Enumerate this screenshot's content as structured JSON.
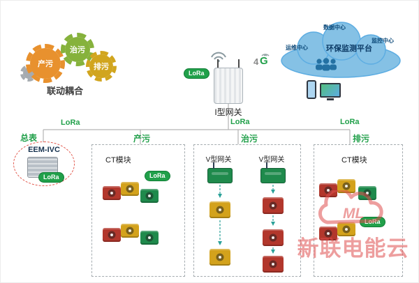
{
  "colors": {
    "accent_green": "#21a04a",
    "module_red": "#b2372c",
    "module_yellow": "#d3a21c",
    "module_green": "#1f8a4c",
    "cloud_blue": "#85c1e5",
    "watermark_red": "#e04f4f"
  },
  "gears": {
    "chanwu": "产污",
    "zhiwu": "治污",
    "paiwu": "排污",
    "caption": "联动耦合"
  },
  "gateway": {
    "label": "I型网关",
    "lora": "LoRa",
    "four": "4",
    "g": "G"
  },
  "cloud": {
    "title": "环保监测平台",
    "badge_top": "数据中心",
    "badge_left": "运维中心",
    "badge_right": "监控中心"
  },
  "bus": {
    "lora_left": "LoRa",
    "lora_mid": "LoRa",
    "lora_right": "LoRa"
  },
  "meter": {
    "label": "总表",
    "device": "EEM-IVC",
    "lora": "LoRa"
  },
  "boxes": {
    "chanwu": {
      "title": "产污",
      "subtitle": "CT模块",
      "lora": "LoRa"
    },
    "zhiwu": {
      "title": "治污",
      "gateway_left": "V型网关",
      "gateway_right": "V型网关"
    },
    "paiwu": {
      "title": "排污",
      "subtitle": "CT模块",
      "lora": "LoRa"
    }
  },
  "watermark": {
    "logo": "ML",
    "text": "新联电能云"
  }
}
